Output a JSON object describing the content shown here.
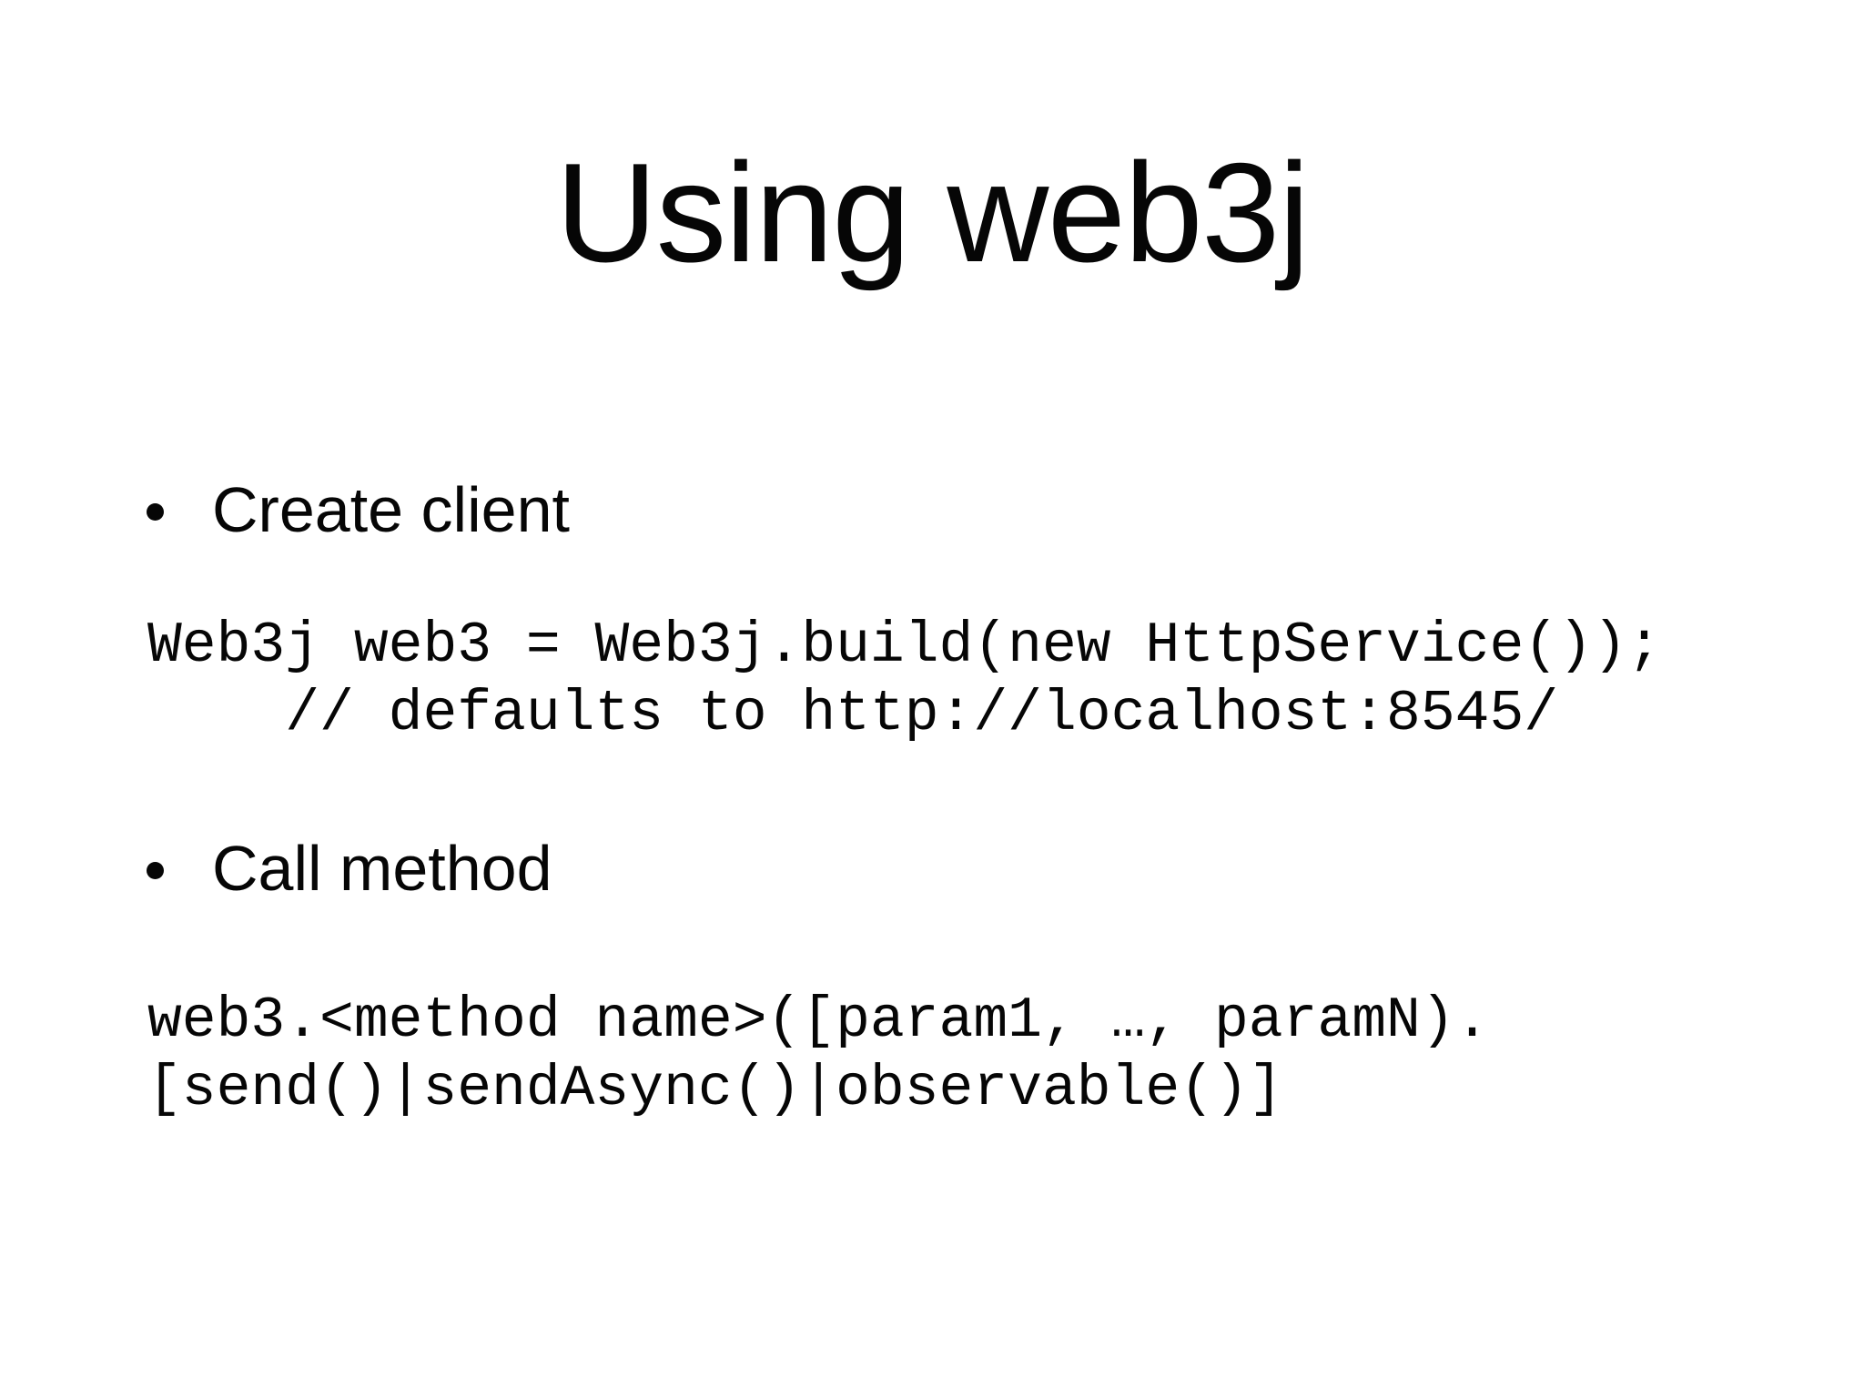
{
  "slide": {
    "title": "Using web3j",
    "bullets": [
      {
        "label": "Create client"
      },
      {
        "label": "Call method"
      }
    ],
    "code_blocks": [
      {
        "lines": [
          "Web3j web3 = Web3j.build(new HttpService());",
          "    // defaults to http://localhost:8545/"
        ]
      },
      {
        "lines": [
          "web3.<method name>([param1, …, paramN).",
          "[send()|sendAsync()|observable()]"
        ]
      }
    ],
    "colors": {
      "background": "#ffffff",
      "text": "#060606"
    }
  }
}
